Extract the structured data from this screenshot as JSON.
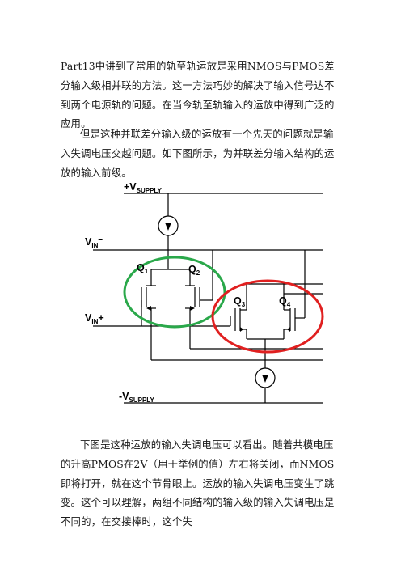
{
  "paragraphs": {
    "p1": "Part13中讲到了常用的轨至轨运放是采用NMOS与PMOS差分输入级相并联的方法。这一方法巧妙的解决了输入信号达不到两个电源轨的问题。在当今轨至轨输入的运放中得到广泛的应用。",
    "p2": "但是这种并联差分输入级的运放有一个先天的问题就是输入失调电压交越问题。如下图所示，为并联差分输入结构的运放的输入前级。",
    "p3": "下图是这种运放的输入失调电压可以看出。随着共模电压的升高PMOS在2V（用于举例的值）左右将关闭，而NMOS即将打开，就在这个节骨眼上。运放的输入失调电压变生了跳变。这个可以理解，两组不同结构的输入级的输入失调电压是不同的，在交接棒时，这个失"
  },
  "figure": {
    "vsupply_pos": {
      "main": "+V",
      "sub": "SUPPLY"
    },
    "vsupply_neg": {
      "main": "-V",
      "sub": "SUPPLY"
    },
    "vin_minus": {
      "main": "V",
      "sub": "IN",
      "sign": "–"
    },
    "vin_plus": {
      "main": "V",
      "sub": "IN",
      "sign": "+"
    },
    "q1": {
      "main": "Q",
      "sub": "1"
    },
    "q2": {
      "main": "Q",
      "sub": "2"
    },
    "q3": {
      "main": "Q",
      "sub": "3"
    },
    "q4": {
      "main": "Q",
      "sub": "4"
    },
    "colors": {
      "pmos_circle": "#2aa84a",
      "nmos_circle": "#e02020",
      "wire": "#000000"
    }
  }
}
